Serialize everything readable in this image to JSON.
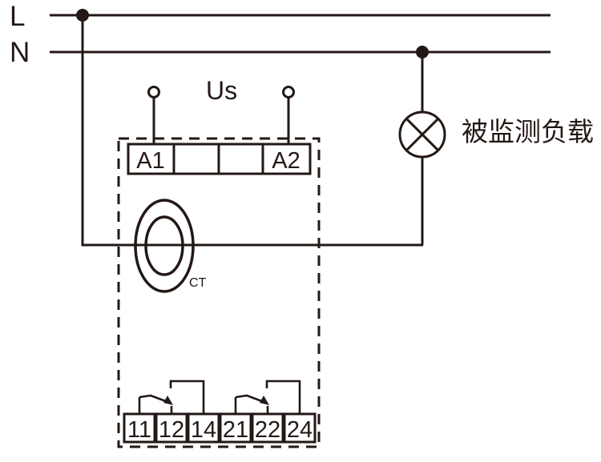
{
  "page": {
    "background": "#ffffff",
    "line_color": "#231815"
  },
  "power": {
    "live_label": "L",
    "neutral_label": "N"
  },
  "supply": {
    "label": "Us"
  },
  "relay": {
    "terminal_a1": "A1",
    "terminal_a2": "A2",
    "ct_label": "CT",
    "output_terminals": [
      "11",
      "12",
      "14",
      "21",
      "22",
      "24"
    ]
  },
  "load": {
    "label": "被监测负载"
  }
}
